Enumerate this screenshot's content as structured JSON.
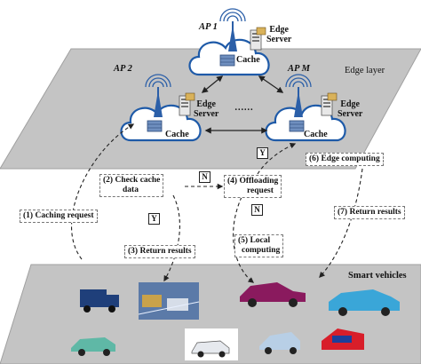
{
  "layers": {
    "edge_layer": "Edge layer",
    "vehicle_layer": "Smart vehicles"
  },
  "access_points": [
    {
      "name": "AP 1",
      "server_line1": "Edge",
      "server_line2": "Server",
      "cache": "Cache"
    },
    {
      "name": "AP 2",
      "server_line1": "Edge",
      "server_line2": "Server",
      "cache": "Cache"
    },
    {
      "name": "AP M",
      "server_line1": "Edge",
      "server_line2": "Server",
      "cache": "Cache"
    }
  ],
  "ellipsis": "……",
  "steps": [
    {
      "num": "1",
      "label": "Caching request"
    },
    {
      "num": "2",
      "label": "Check cache",
      "label2": "data"
    },
    {
      "num": "3",
      "label": "Return results"
    },
    {
      "num": "4",
      "label": "Offloading",
      "label2": "request"
    },
    {
      "num": "5",
      "label": "Local",
      "label2": "computing"
    },
    {
      "num": "6",
      "label": "Edge computing"
    },
    {
      "num": "7",
      "label": "Return results"
    }
  ],
  "decisions": {
    "n_top": "N",
    "y_left": "Y",
    "n_mid": "N",
    "y_top": "Y"
  },
  "colors": {
    "plane": "#c4c4c4",
    "plane_edge": "#a0a0a0",
    "cloud_stroke": "#1e5aa8",
    "tower": "#2b5fa8",
    "car_purple": "#8a1a5e",
    "car_blue": "#3aa6d8",
    "truck": "#1f3f7a",
    "car_green": "#5fb8a6",
    "car_red": "#d81e2a"
  }
}
